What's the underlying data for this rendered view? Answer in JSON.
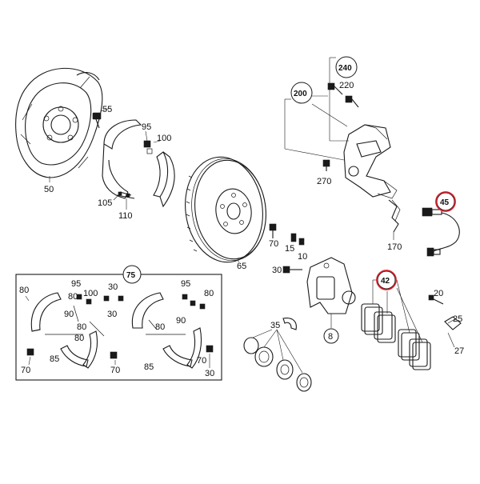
{
  "colors": {
    "highlight": "#d4202a",
    "line": "#1a1a1a"
  },
  "labels": {
    "p50": "50",
    "p55": "55",
    "p95a": "95",
    "p100a": "100",
    "p105": "105",
    "p110": "110",
    "p65": "65",
    "p70a": "70",
    "p15": "15",
    "p10": "10",
    "p30a": "30",
    "p8": "8",
    "p35": "35",
    "p240": "240",
    "p220": "220",
    "p200": "200",
    "p270": "270",
    "p170": "170",
    "p45": "45",
    "p42": "42",
    "p20": "20",
    "p25": "25",
    "p27": "27",
    "p75": "75",
    "k80a": "80",
    "k95b": "95",
    "k30b": "30",
    "k95c": "95",
    "k80b": "80",
    "k100b": "100",
    "k30c": "30",
    "k90a": "90",
    "k80c": "80",
    "k85a": "85",
    "k70b": "70",
    "k90b": "90",
    "k80d": "80",
    "k85b": "85",
    "k70c": "70",
    "k80e": "80",
    "k70d": "70",
    "k30d": "30",
    "k80f": "80"
  }
}
